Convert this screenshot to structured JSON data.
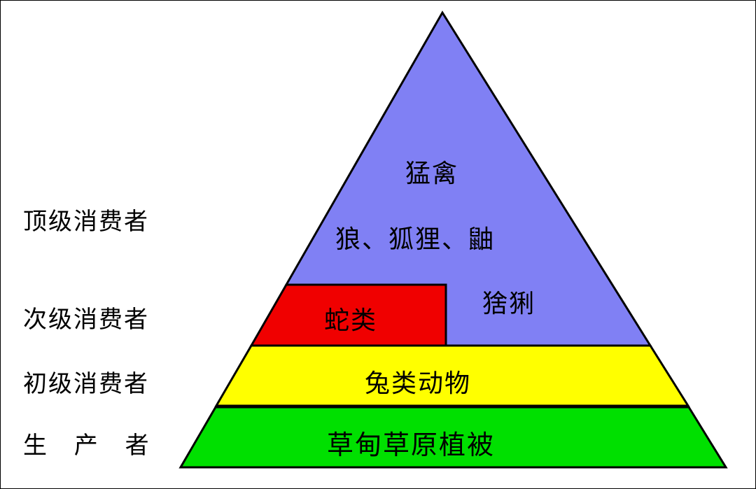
{
  "side_labels": {
    "top": "顶级消费者",
    "secondary": "次级消费者",
    "primary": "初级消费者",
    "producer": "生 产 者"
  },
  "levels": {
    "top_birds": "猛禽",
    "top_mammals": "狼、狐狸、鼬",
    "top_lynx": "猞猁",
    "secondary": "蛇类",
    "primary": "兔类动物",
    "producer": "草甸草原植被"
  },
  "colors": {
    "top": "#8080f4",
    "secondary": "#f00000",
    "primary": "#ffff00",
    "producer": "#00e000"
  }
}
